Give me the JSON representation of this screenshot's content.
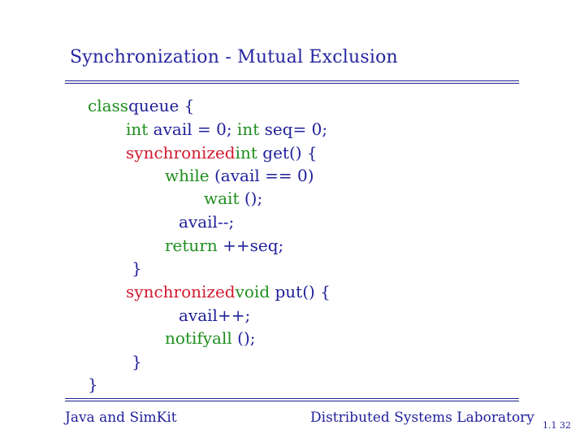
{
  "slide": {
    "title": "Synchronization - Mutual Exclusion",
    "footer_left": "Java and SimKit",
    "footer_right": "Distributed Systems Laboratory",
    "page_number": "1.1  32"
  },
  "code": {
    "l1": {
      "kw": "class",
      "rest": "queue {"
    },
    "l2": {
      "kw1": "int",
      "mid": " avail = 0;  ",
      "kw2": "int",
      "rest": " seq= 0;"
    },
    "l3": {
      "kw_sync": "synchronized",
      "kw_type": "int",
      "rest": " get() {"
    },
    "l4": {
      "kw": "while",
      "rest": " (avail == 0)"
    },
    "l5": {
      "kw": "wait",
      "rest": " ();"
    },
    "l6": {
      "text": "avail--;"
    },
    "l7": {
      "kw": "return",
      "rest": " ++seq;"
    },
    "l8": {
      "text": "}"
    },
    "l9": {
      "kw_sync": "synchronized",
      "kw_type": "void",
      "rest": " put() {"
    },
    "l10": {
      "text": "avail++;"
    },
    "l11": {
      "kw": "notifyall",
      "rest": " ();"
    },
    "l12": {
      "text": "}"
    },
    "l13": {
      "text": "}"
    }
  }
}
